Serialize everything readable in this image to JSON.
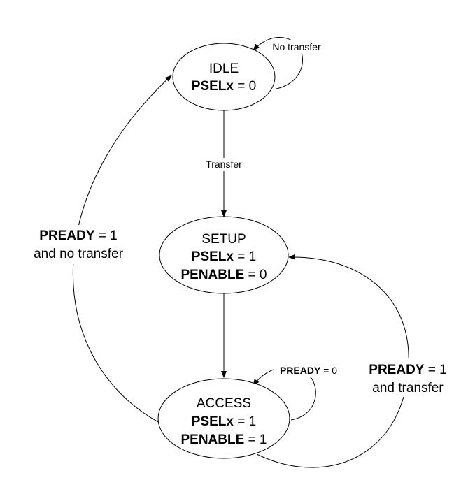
{
  "states": {
    "idle": {
      "name": "IDLE",
      "signal_name": "PSELx",
      "signal_value": " = 0"
    },
    "setup": {
      "name": "SETUP",
      "signal1_name": "PSELx",
      "signal1_value": " = 1",
      "signal2_name": "PENABLE",
      "signal2_value": " = 0"
    },
    "access": {
      "name": "ACCESS",
      "signal1_name": "PSELx",
      "signal1_value": " = 1",
      "signal2_name": "PENABLE",
      "signal2_value": " = 1"
    }
  },
  "transitions": {
    "idle_self": {
      "label": "No transfer"
    },
    "idle_to_setup": {
      "label": "Transfer"
    },
    "access_self": {
      "signal": "PREADY",
      "value": " = 0"
    },
    "access_to_idle": {
      "signal": "PREADY",
      "value": " = 1",
      "line2": "and no transfer"
    },
    "access_to_setup": {
      "signal": "PREADY",
      "value": " = 1",
      "line2": "and transfer"
    }
  },
  "colors": {
    "stroke": "#000000",
    "background": "#ffffff"
  }
}
